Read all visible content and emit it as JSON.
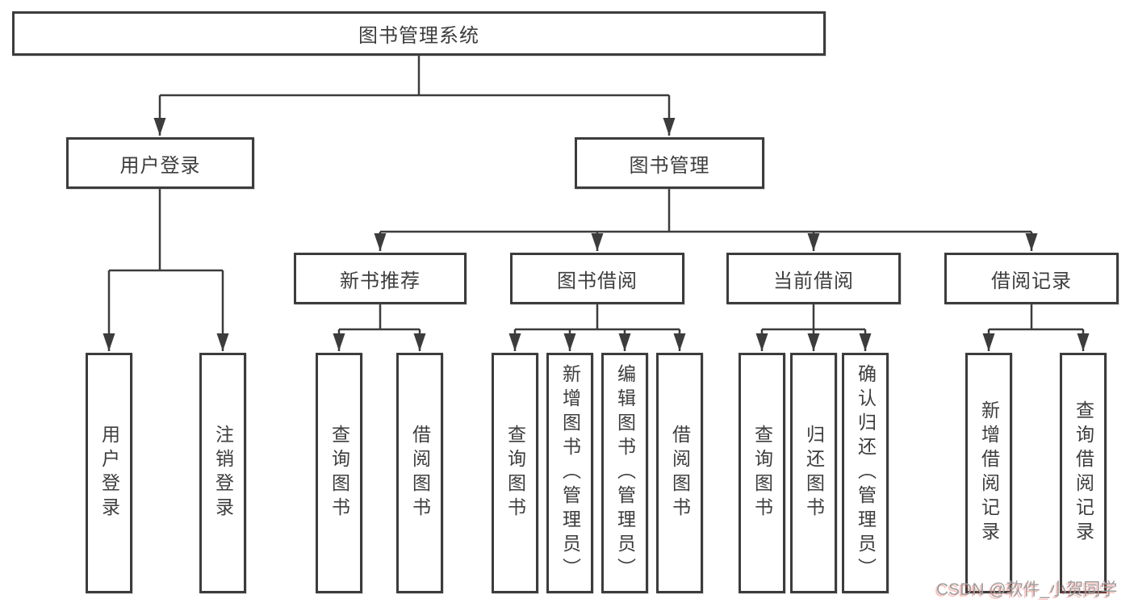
{
  "diagram": {
    "root": "图书管理系统",
    "level2": [
      "用户登录",
      "图书管理"
    ],
    "level3": [
      "新书推荐",
      "图书借阅",
      "当前借阅",
      "借阅记录"
    ],
    "user_login_children": [
      "用户登录",
      "注销登录"
    ],
    "new_book_children": [
      "查询图书",
      "借阅图书"
    ],
    "book_borrow_children": [
      "查询图书",
      "新增图书（管理员）",
      "编辑图书（管理员）",
      "借阅图书"
    ],
    "current_borrow_children": [
      "查询图书",
      "归还图书",
      "确认归还（管理员）"
    ],
    "records_children": [
      "新增借阅记录",
      "查询借阅记录"
    ]
  },
  "watermark": "CSDN @软件_小贺同学",
  "colors": {
    "line": "#3c3c3c",
    "box_border": "#3c3c3c",
    "text": "#3d3d3d",
    "background": "#ffffff",
    "watermark_gray": "#9e9e9e",
    "watermark_shadow_red": "#ff4d3c"
  }
}
